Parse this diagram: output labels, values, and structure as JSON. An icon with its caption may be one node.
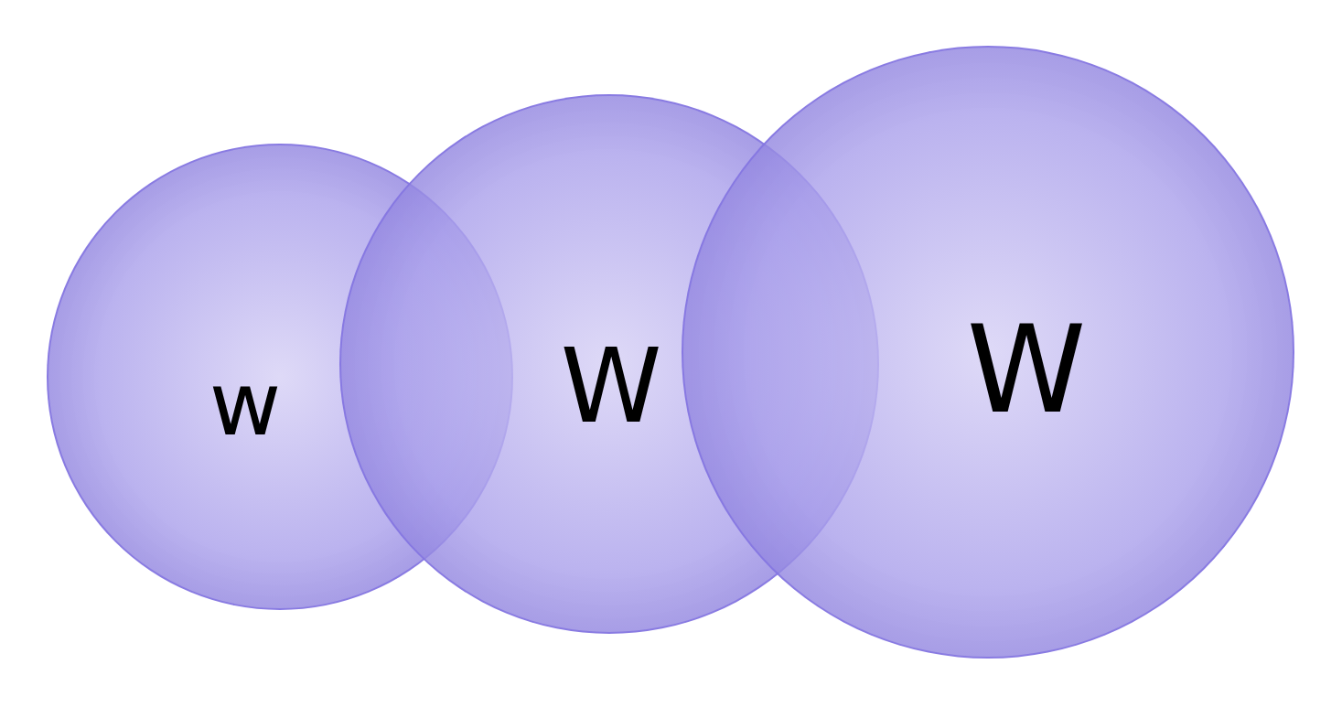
{
  "diagram": {
    "nodes": [
      {
        "text": [
          "w"
        ]
      },
      {
        "text": [
          "W"
        ]
      },
      {
        "text": [
          "W"
        ]
      }
    ]
  }
}
